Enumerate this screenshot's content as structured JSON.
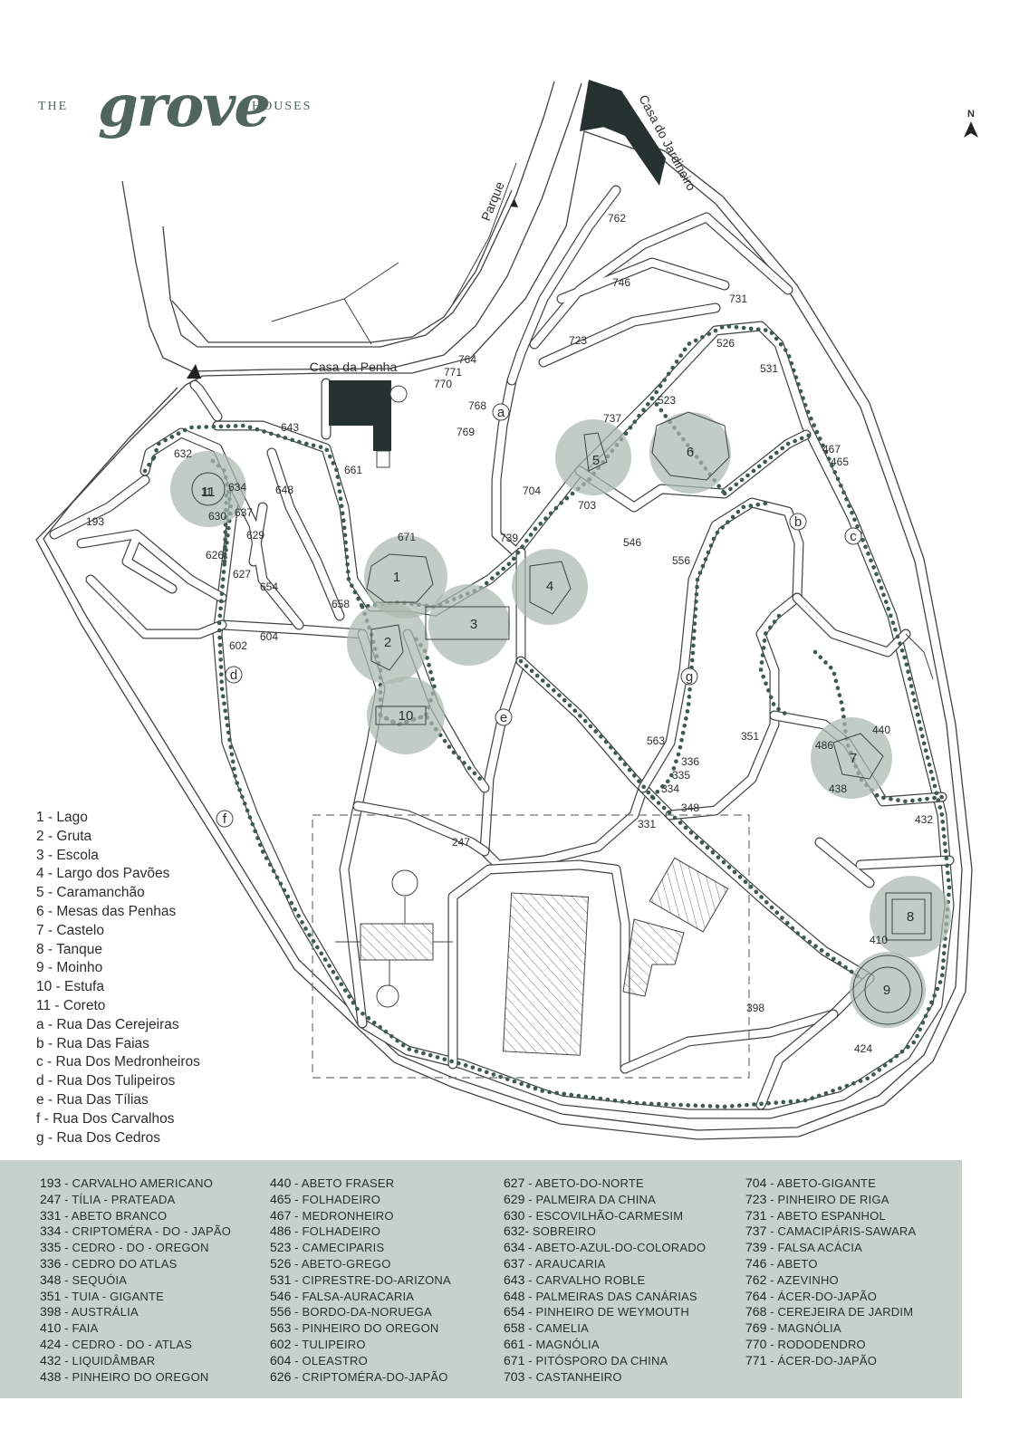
{
  "brand": {
    "prefix": "THE",
    "name": "grove",
    "suffix": "HOUSES"
  },
  "north_label": "N",
  "map": {
    "labels": {
      "casa_da_penha": "Casa da Penha",
      "casa_do_jardineiro": "Casa do Jardineiro",
      "parque": "Parque"
    },
    "poi_numbers": [
      "1",
      "2",
      "3",
      "4",
      "5",
      "6",
      "7",
      "8",
      "9",
      "10",
      "11"
    ],
    "street_letters": [
      "a",
      "b",
      "c",
      "d",
      "e",
      "f",
      "g"
    ],
    "trees": [
      "762",
      "746",
      "731",
      "723",
      "526",
      "531",
      "764",
      "771",
      "770",
      "768",
      "769",
      "737",
      "523",
      "467",
      "465",
      "643",
      "632",
      "634",
      "648",
      "661",
      "704",
      "703",
      "11",
      "630",
      "637",
      "193",
      "629",
      "626",
      "627",
      "654",
      "671",
      "739",
      "546",
      "556",
      "658",
      "602",
      "604",
      "563",
      "336",
      "335",
      "334",
      "348",
      "351",
      "440",
      "486",
      "438",
      "432",
      "331",
      "247",
      "410",
      "398",
      "424"
    ]
  },
  "legend": [
    "1 - Lago",
    "2 - Gruta",
    "3 - Escola",
    "4 - Largo dos Pavões",
    "5 - Caramanchão",
    "6 - Mesas das Penhas",
    "7 - Castelo",
    "8 - Tanque",
    "9 - Moinho",
    "10 - Estufa",
    "11 - Coreto",
    "a - Rua Das Cerejeiras",
    "b - Rua Das Faias",
    "c - Rua Dos Medronheiros",
    "d - Rua Dos Tulipeiros",
    "e - Rua Das Tílias",
    "f - Rua Dos Carvalhos",
    "g - Rua Dos Cedros"
  ],
  "species": [
    [
      {
        "num": "193",
        "name": "CARVALHO AMERICANO"
      },
      {
        "num": "247",
        "name": "TÍLIA - PRATEADA"
      },
      {
        "num": "331",
        "name": "ABETO BRANCO"
      },
      {
        "num": "334",
        "name": "CRIPTOMÉRA - DO - JAPÃO"
      },
      {
        "num": "335",
        "name": "CEDRO - DO - OREGON"
      },
      {
        "num": "336",
        "name": "CEDRO DO ATLAS"
      },
      {
        "num": "348",
        "name": "SEQUÓIA"
      },
      {
        "num": "351",
        "name": "TUIA - GIGANTE"
      },
      {
        "num": "398",
        "name": "AUSTRÁLIA"
      },
      {
        "num": "410",
        "name": "FAIA"
      },
      {
        "num": "424",
        "name": "CEDRO - DO - ATLAS"
      },
      {
        "num": "432",
        "name": "LIQUIDÂMBAR"
      },
      {
        "num": "438",
        "name": "PINHEIRO DO OREGON"
      }
    ],
    [
      {
        "num": "440",
        "name": "ABETO FRASER"
      },
      {
        "num": "465",
        "name": "FOLHADEIRO"
      },
      {
        "num": "467",
        "name": "MEDRONHEIRO"
      },
      {
        "num": "486",
        "name": "FOLHADEIRO"
      },
      {
        "num": "523",
        "name": "CAMECIPARIS"
      },
      {
        "num": "526",
        "name": "ABETO-GREGO"
      },
      {
        "num": "531",
        "name": "CIPRESTRE-DO-ARIZONA"
      },
      {
        "num": "546",
        "name": "FALSA-AURACARIA"
      },
      {
        "num": "556",
        "name": "BORDO-DA-NORUEGA"
      },
      {
        "num": "563",
        "name": "PINHEIRO DO OREGON"
      },
      {
        "num": "602",
        "name": "TULIPEIRO"
      },
      {
        "num": "604",
        "name": "OLEASTRO"
      },
      {
        "num": "626",
        "name": "CRIPTOMÉRA-DO-JAPÃO"
      }
    ],
    [
      {
        "num": "627",
        "name": "ABETO-DO-NORTE"
      },
      {
        "num": "629",
        "name": "PALMEIRA DA CHINA"
      },
      {
        "num": "630",
        "name": "ESCOVILHÃO-CARMESIM"
      },
      {
        "num": "632-",
        "name": "SOBREIRO"
      },
      {
        "num": "634",
        "name": "ABETO-AZUL-DO-COLORADO"
      },
      {
        "num": "637",
        "name": "ARAUCARIA"
      },
      {
        "num": "643",
        "name": "CARVALHO ROBLE"
      },
      {
        "num": "648",
        "name": "PALMEIRAS DAS CANÁRIAS"
      },
      {
        "num": "654",
        "name": "PINHEIRO DE WEYMOUTH"
      },
      {
        "num": "658",
        "name": "CAMELIA"
      },
      {
        "num": "661",
        "name": "MAGNÓLIA"
      },
      {
        "num": "671",
        "name": "PITÓSPORO DA CHINA"
      },
      {
        "num": "703",
        "name": "CASTANHEIRO"
      }
    ],
    [
      {
        "num": "704",
        "name": "ABETO-GIGANTE"
      },
      {
        "num": "723",
        "name": "PINHEIRO DE RIGA"
      },
      {
        "num": "731",
        "name": "ABETO ESPANHOL"
      },
      {
        "num": "737",
        "name": "CAMACIPÁRIS-SAWARA"
      },
      {
        "num": "739",
        "name": "FALSA ACÁCIA"
      },
      {
        "num": "746",
        "name": "ABETO"
      },
      {
        "num": "762",
        "name": "AZEVINHO"
      },
      {
        "num": "764",
        "name": "ÁCER-DO-JAPÃO"
      },
      {
        "num": "768",
        "name": "CEREJEIRA DE JARDIM"
      },
      {
        "num": "769",
        "name": "MAGNÓLIA"
      },
      {
        "num": "770",
        "name": "RODODENDRO"
      },
      {
        "num": "771",
        "name": "ÁCER-DO-JAPÃO"
      }
    ]
  ]
}
